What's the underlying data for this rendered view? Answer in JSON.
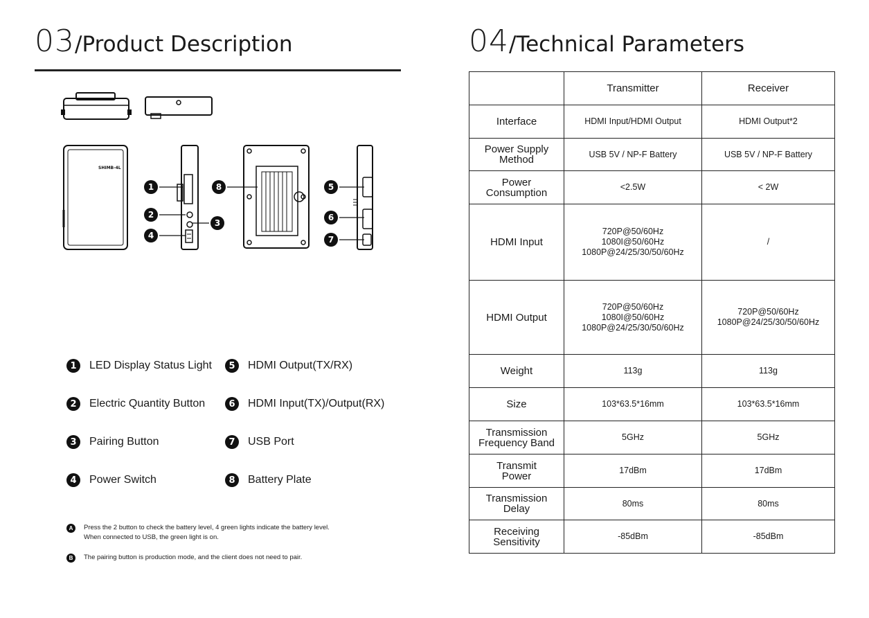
{
  "left_section": {
    "number": "03",
    "title": "/Product Description",
    "device_brand": "SHIMB-4L",
    "legend": [
      {
        "n": "1",
        "label": "LED Display Status Light"
      },
      {
        "n": "2",
        "label": "Electric Quantity Button"
      },
      {
        "n": "3",
        "label": "Pairing Button"
      },
      {
        "n": "4",
        "label": "Power Switch"
      },
      {
        "n": "5",
        "label": "HDMI Output(TX/RX)"
      },
      {
        "n": "6",
        "label": "HDMI Input(TX)/Output(RX)"
      },
      {
        "n": "7",
        "label": "USB Port"
      },
      {
        "n": "8",
        "label": "Battery Plate"
      }
    ],
    "notes": [
      {
        "mark": "A",
        "lines": [
          "Press the 2 button to check the battery level, 4 green lights indicate the battery level.",
          "When connected to USB, the green light is on."
        ]
      },
      {
        "mark": "B",
        "lines": [
          "The pairing button is production mode, and the client does not need to pair."
        ]
      }
    ]
  },
  "right_section": {
    "number": "04",
    "title": "/Technical Parameters",
    "table": {
      "header": [
        "",
        "Transmitter",
        "Receiver"
      ],
      "rows": [
        {
          "label": [
            "Interface"
          ],
          "tx": [
            "HDMI Input/HDMI Output"
          ],
          "rx": [
            "HDMI Output*2"
          ]
        },
        {
          "label": [
            "Power Supply",
            "Method"
          ],
          "tx": [
            "USB 5V / NP-F Battery"
          ],
          "rx": [
            "USB 5V / NP-F Battery"
          ]
        },
        {
          "label": [
            "Power",
            "Consumption"
          ],
          "tx": [
            "<2.5W"
          ],
          "rx": [
            "< 2W"
          ]
        },
        {
          "label": [
            "HDMI Input"
          ],
          "tx": [
            "720P@50/60Hz",
            "1080I@50/60Hz",
            "1080P@24/25/30/50/60Hz"
          ],
          "rx": [
            "/"
          ]
        },
        {
          "label": [
            "HDMI Output"
          ],
          "tx": [
            "720P@50/60Hz",
            "1080I@50/60Hz",
            "1080P@24/25/30/50/60Hz"
          ],
          "rx": [
            "720P@50/60Hz",
            "1080P@24/25/30/50/60Hz"
          ]
        },
        {
          "label": [
            "Weight"
          ],
          "tx": [
            "113g"
          ],
          "rx": [
            "113g"
          ]
        },
        {
          "label": [
            "Size"
          ],
          "tx": [
            "103*63.5*16mm"
          ],
          "rx": [
            "103*63.5*16mm"
          ]
        },
        {
          "label": [
            "Transmission",
            "Frequency Band"
          ],
          "tx": [
            "5GHz"
          ],
          "rx": [
            "5GHz"
          ]
        },
        {
          "label": [
            "Transmit",
            "Power"
          ],
          "tx": [
            "17dBm"
          ],
          "rx": [
            "17dBm"
          ]
        },
        {
          "label": [
            "Transmission",
            "Delay"
          ],
          "tx": [
            "80ms"
          ],
          "rx": [
            "80ms"
          ]
        },
        {
          "label": [
            "Receiving",
            "Sensitivity"
          ],
          "tx": [
            "-85dBm"
          ],
          "rx": [
            "-85dBm"
          ]
        }
      ]
    }
  }
}
